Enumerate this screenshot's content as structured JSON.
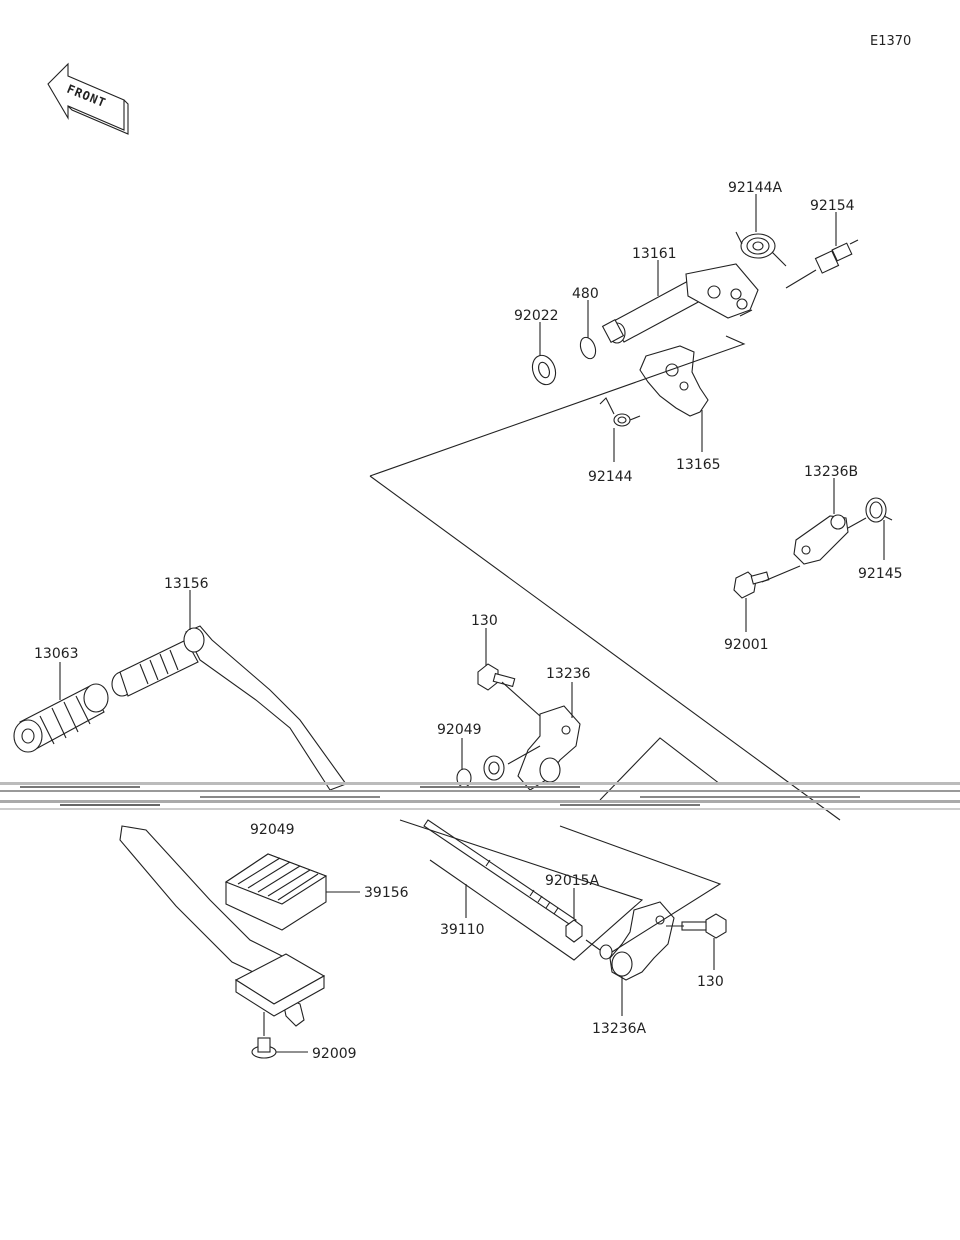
{
  "diagram": {
    "code": "E1370",
    "front_label": "FRONT",
    "parts": {
      "p92144A": "92144A",
      "p92154": "92154",
      "p13161": "13161",
      "p480": "480",
      "p92022": "92022",
      "p92144": "92144",
      "p13165": "13165",
      "p13236B": "13236B",
      "p92145": "92145",
      "p92001": "92001",
      "p13156": "13156",
      "p13063": "13063",
      "p130_top": "130",
      "p13236": "13236",
      "p92049_top": "92049",
      "p92049_bottom": "92049",
      "p39156": "39156",
      "p39110": "39110",
      "p92015A": "92015A",
      "p130_bottom": "130",
      "p13236A": "13236A",
      "p92009": "92009"
    }
  }
}
